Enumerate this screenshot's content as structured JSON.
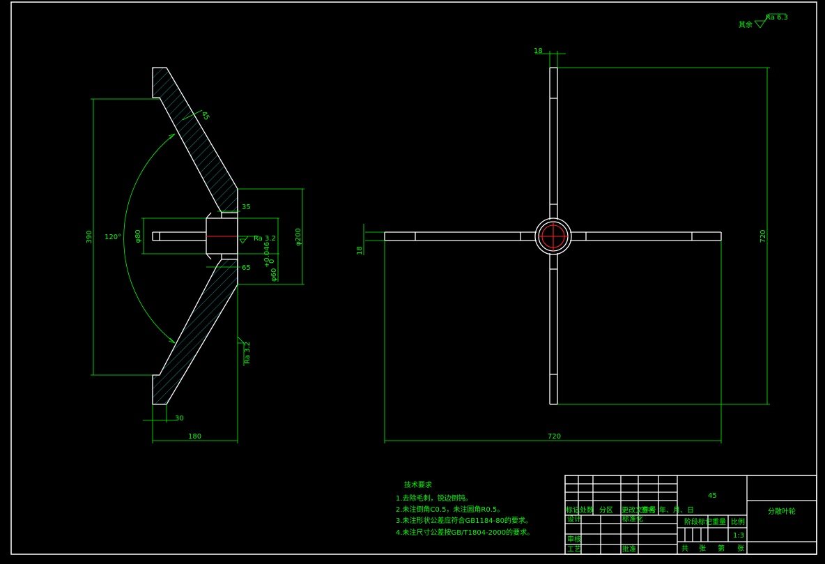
{
  "drawing": {
    "roughness_note": {
      "prefix": "其余",
      "value": "Ra 6.3"
    },
    "section_view": {
      "dims": {
        "height_390": "390",
        "angle_120": "120°",
        "chamfer_45": "45",
        "bore_80": "φ80",
        "width_35": "35",
        "dia_200": "φ200",
        "ra_inner": "Ra 3.2",
        "dia_60": "φ60",
        "tol_60": "+0.046",
        "tol_60_low": "0",
        "width_65": "65",
        "ra_outer": "Ra 3.2",
        "thick_30": "30",
        "width_180": "180"
      }
    },
    "plan_view": {
      "dims": {
        "arm_18_top": "18",
        "arm_18_left": "18",
        "span_720_h": "720",
        "span_720_v": "720"
      }
    },
    "notes": {
      "title": "技术要求",
      "lines": [
        "1.去除毛刺，锐边倒钝。",
        "2.未注倒角C0.5，未注圆角R0.5。",
        "3.未注形状公差应符合GB1184-80的要求。",
        "4.未注尺寸公差按GB/T1804-2000的要求。"
      ]
    },
    "title_block": {
      "material": "45",
      "part_name": "分散叶轮",
      "scale": "1:3",
      "rev_headers": [
        "标记",
        "处数",
        "分区",
        "更改文件号",
        "签名",
        "年、月、日"
      ],
      "design": "设计",
      "standardize": "标准化",
      "review": "审核",
      "process": "工艺",
      "approve": "批准",
      "stage_mark": "阶段标记",
      "weight": "重量",
      "ratio": "比例",
      "sheets": [
        "共",
        "张",
        "第",
        "张"
      ]
    }
  }
}
